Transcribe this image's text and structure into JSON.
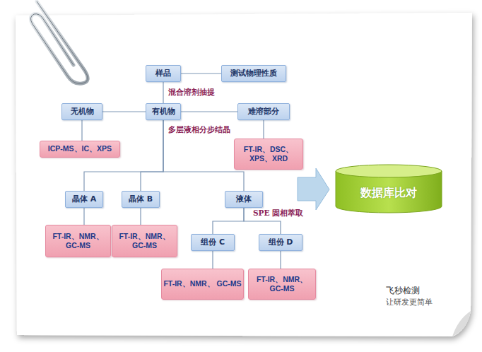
{
  "diagram": {
    "nodes": [
      {
        "text": [
          "样品"
        ]
      },
      {
        "text": [
          "测试物理性质"
        ]
      },
      {
        "text": [
          "无机物"
        ]
      },
      {
        "text": [
          "有机物"
        ]
      },
      {
        "text": [
          "难溶部分"
        ]
      },
      {
        "text": [
          "ICP-MS、IC、XPS"
        ]
      },
      {
        "text": [
          "FT-IR、DSC、 XPS、XRD"
        ]
      },
      {
        "text": [
          "晶体 A"
        ]
      },
      {
        "text": [
          "晶体 B"
        ]
      },
      {
        "text": [
          "液体"
        ]
      },
      {
        "text": [
          "FT-IR、NMR、 GC-MS"
        ]
      },
      {
        "text": [
          "FT-IR、NMR、 GC-MS"
        ]
      },
      {
        "text": [
          "组份 C"
        ]
      },
      {
        "text": [
          "组份 D"
        ]
      },
      {
        "text": [
          "FT-IR、NMR、 GC-MS"
        ]
      },
      {
        "text": [
          "FT-IR、NMR、 GC-MS"
        ]
      },
      {
        "text": [
          "数据库比对"
        ]
      }
    ],
    "edges": [
      {
        "from": 0,
        "to": 1,
        "arrow": "none"
      },
      {
        "from": 0,
        "to": 3,
        "label": "混合溶剂抽提",
        "arrow": "none"
      },
      {
        "from": 3,
        "to": 2,
        "arrow": "none"
      },
      {
        "from": 3,
        "to": 4,
        "arrow": "none"
      },
      {
        "from": 2,
        "to": 5,
        "arrow": "none"
      },
      {
        "from": 4,
        "to": 6,
        "arrow": "none"
      },
      {
        "from": 3,
        "to": 7,
        "arrow": "none"
      },
      {
        "from": 3,
        "to": 8,
        "arrow": "none"
      },
      {
        "from": 3,
        "to": 9,
        "label": "多层液相分步结晶",
        "arrow": "none"
      },
      {
        "from": 7,
        "to": 10,
        "arrow": "none"
      },
      {
        "from": 8,
        "to": 11,
        "arrow": "none"
      },
      {
        "from": 9,
        "to": 12,
        "arrow": "none"
      },
      {
        "from": 9,
        "to": 13,
        "label": "SPE 固相萃取",
        "arrow": "none"
      },
      {
        "from": 12,
        "to": 14,
        "arrow": "none"
      },
      {
        "from": 13,
        "to": 15,
        "arrow": "none"
      }
    ],
    "labels": [
      "飞秒检测",
      "让研发更简单"
    ]
  }
}
